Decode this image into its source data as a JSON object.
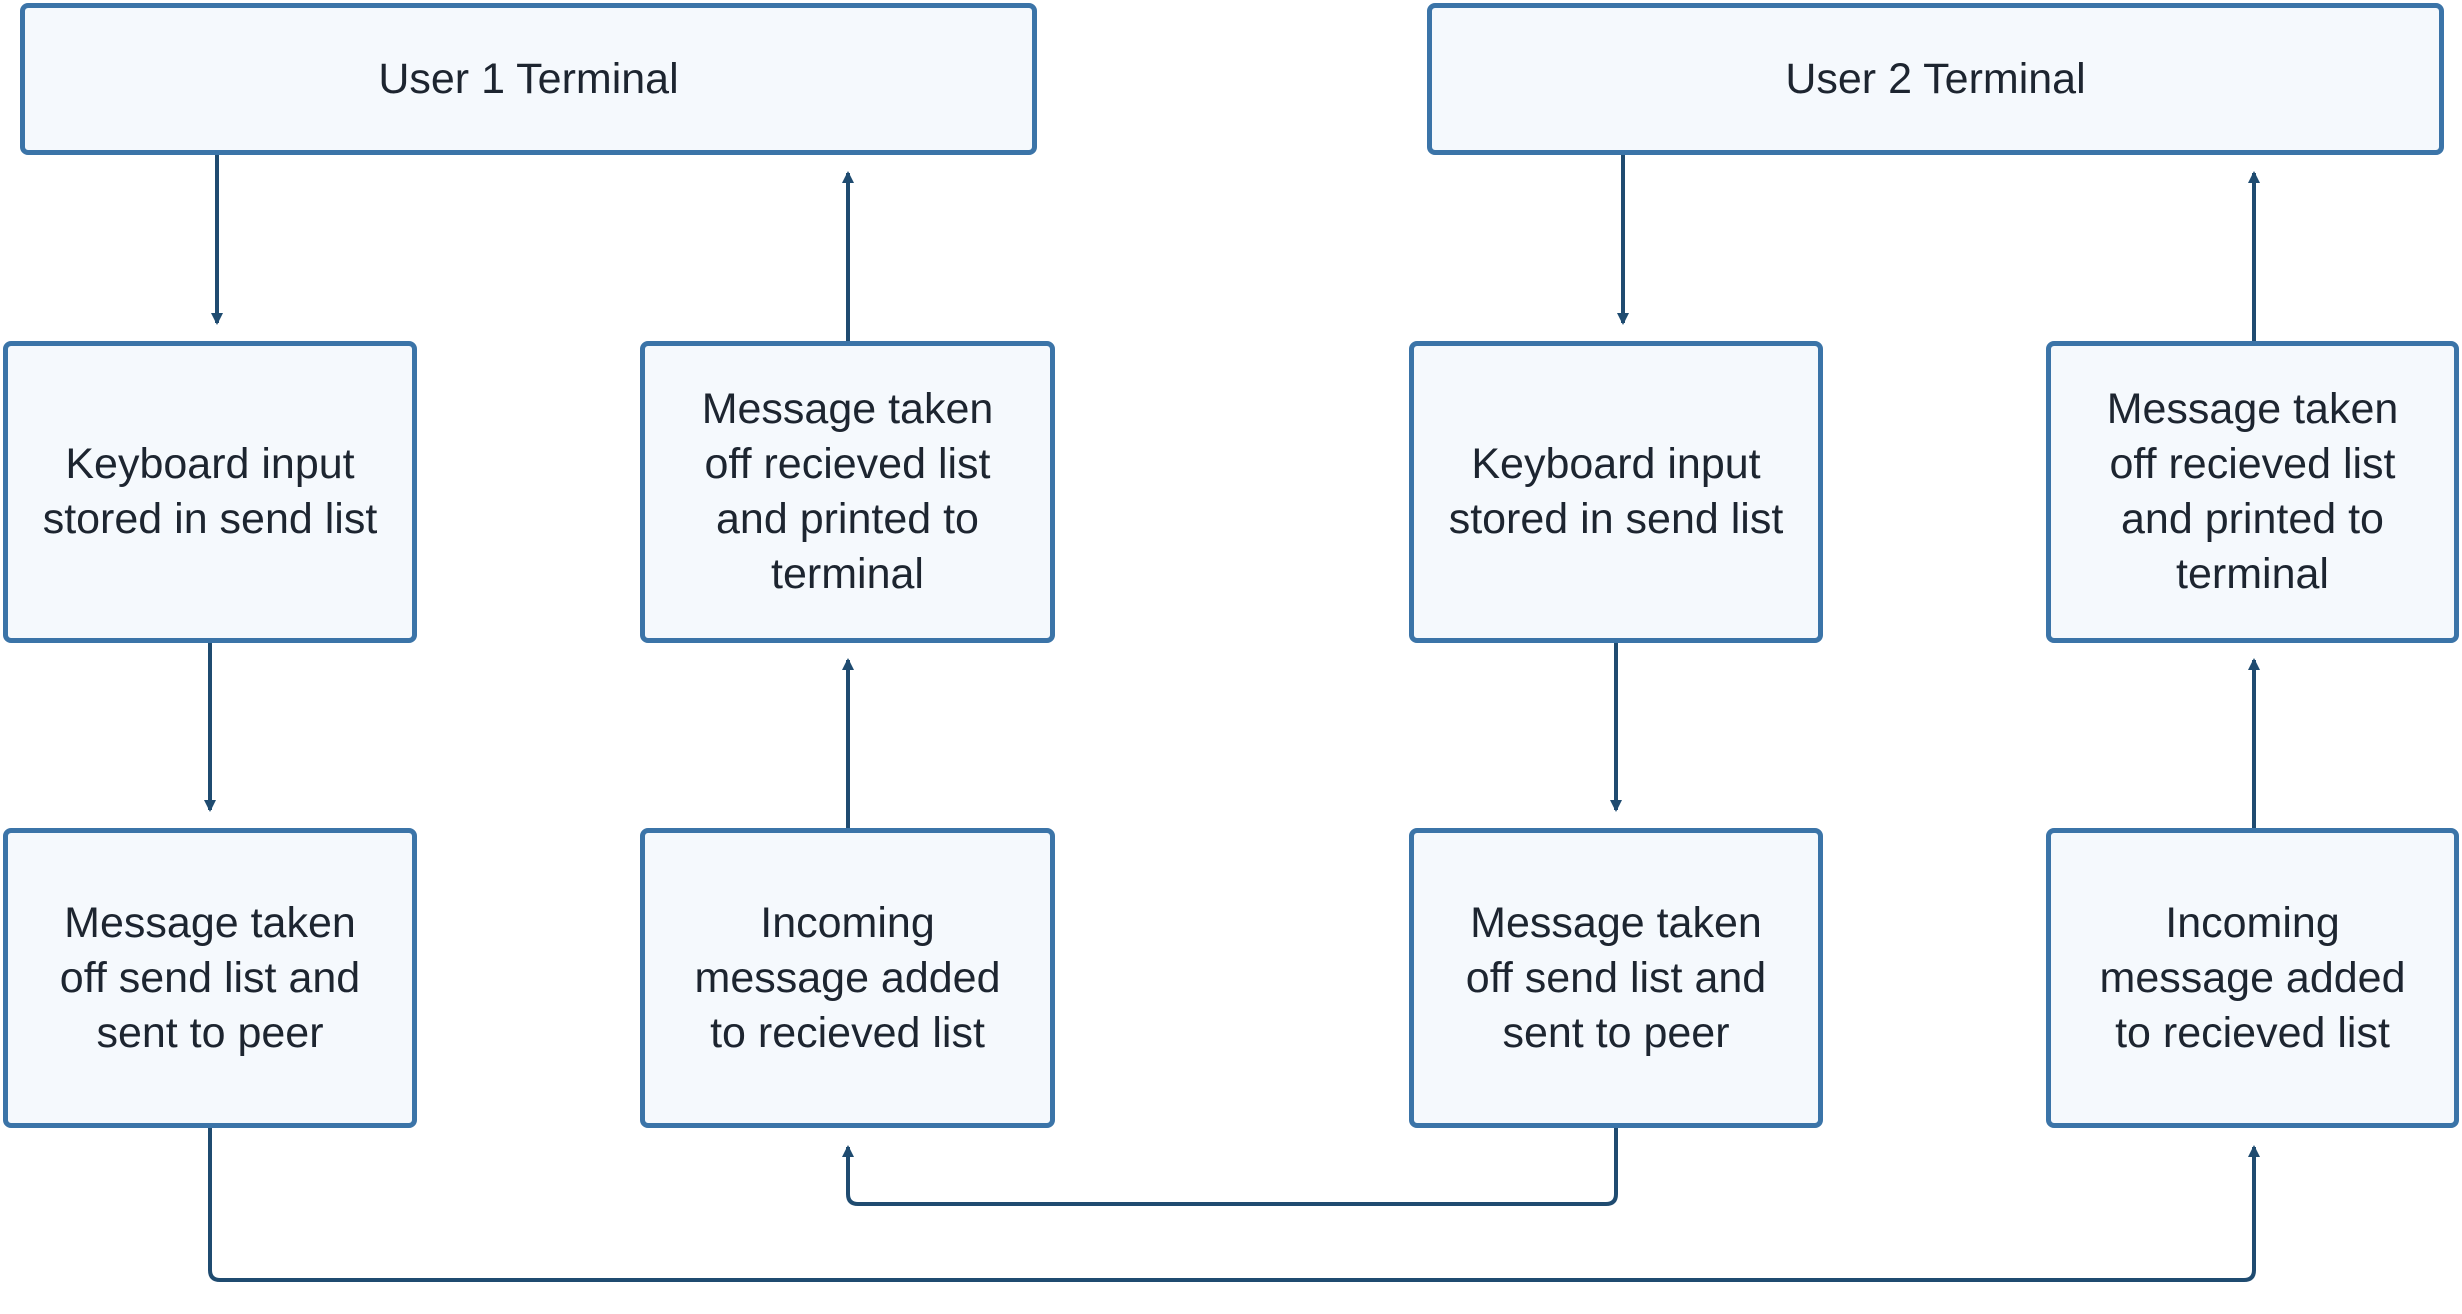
{
  "diagram": {
    "colors": {
      "node_fill": "#f5f9fd",
      "node_border": "#3b74a8",
      "edge": "#1f4b70",
      "text": "#1d2530"
    },
    "nodes": {
      "user1_terminal": "User 1 Terminal",
      "user2_terminal": "User 2 Terminal",
      "u1_keyboard_input": "Keyboard input\nstored in send list",
      "u1_message_printed": "Message taken\noff recieved list\nand printed to\nterminal",
      "u1_message_sent": "Message taken\noff send list and\nsent to peer",
      "u1_incoming_added": "Incoming\nmessage added\nto recieved list",
      "u2_keyboard_input": "Keyboard input\nstored in send list",
      "u2_message_printed": "Message taken\noff recieved list\nand printed to\nterminal",
      "u2_message_sent": "Message taken\noff send list and\nsent to peer",
      "u2_incoming_added": "Incoming\nmessage added\nto recieved list"
    },
    "edges": [
      {
        "from": "user1_terminal",
        "to": "u1_keyboard_input"
      },
      {
        "from": "u1_keyboard_input",
        "to": "u1_message_sent"
      },
      {
        "from": "u1_incoming_added",
        "to": "u1_message_printed"
      },
      {
        "from": "u1_message_printed",
        "to": "user1_terminal"
      },
      {
        "from": "user2_terminal",
        "to": "u2_keyboard_input"
      },
      {
        "from": "u2_keyboard_input",
        "to": "u2_message_sent"
      },
      {
        "from": "u2_incoming_added",
        "to": "u2_message_printed"
      },
      {
        "from": "u2_message_printed",
        "to": "user2_terminal"
      },
      {
        "from": "u2_message_sent",
        "to": "u1_incoming_added"
      },
      {
        "from": "u1_message_sent",
        "to": "u2_incoming_added"
      }
    ]
  }
}
